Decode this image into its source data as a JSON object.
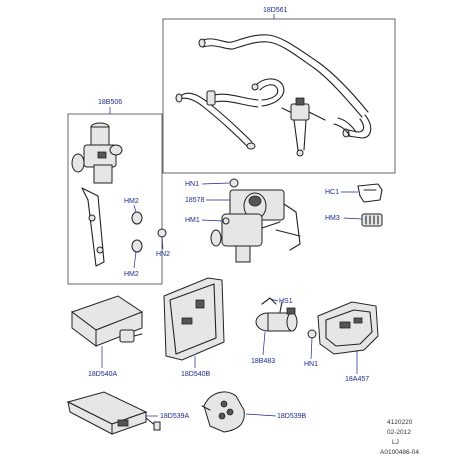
{
  "labels": {
    "hose_group": "18D561",
    "valve_group": "18B506",
    "hm2_top": "HM2",
    "hm2_bottom": "HM2",
    "hn2": "HN2",
    "hn1_valve": "HN1",
    "pump": "18578",
    "hm1": "HM1",
    "hc1": "HC1",
    "hm3": "HM3",
    "module_box": "18D540A",
    "module_plate": "18D540B",
    "hs1": "HS1",
    "pump_small": "18B483",
    "hn1_bracket": "HN1",
    "bracket": "18A457",
    "remote_box": "18D539A",
    "key_fob": "18D539B"
  },
  "footer": {
    "ref_number": "4120220",
    "date": "02-2012",
    "initials": "LJ",
    "illustration_id": "A0100486-04"
  }
}
